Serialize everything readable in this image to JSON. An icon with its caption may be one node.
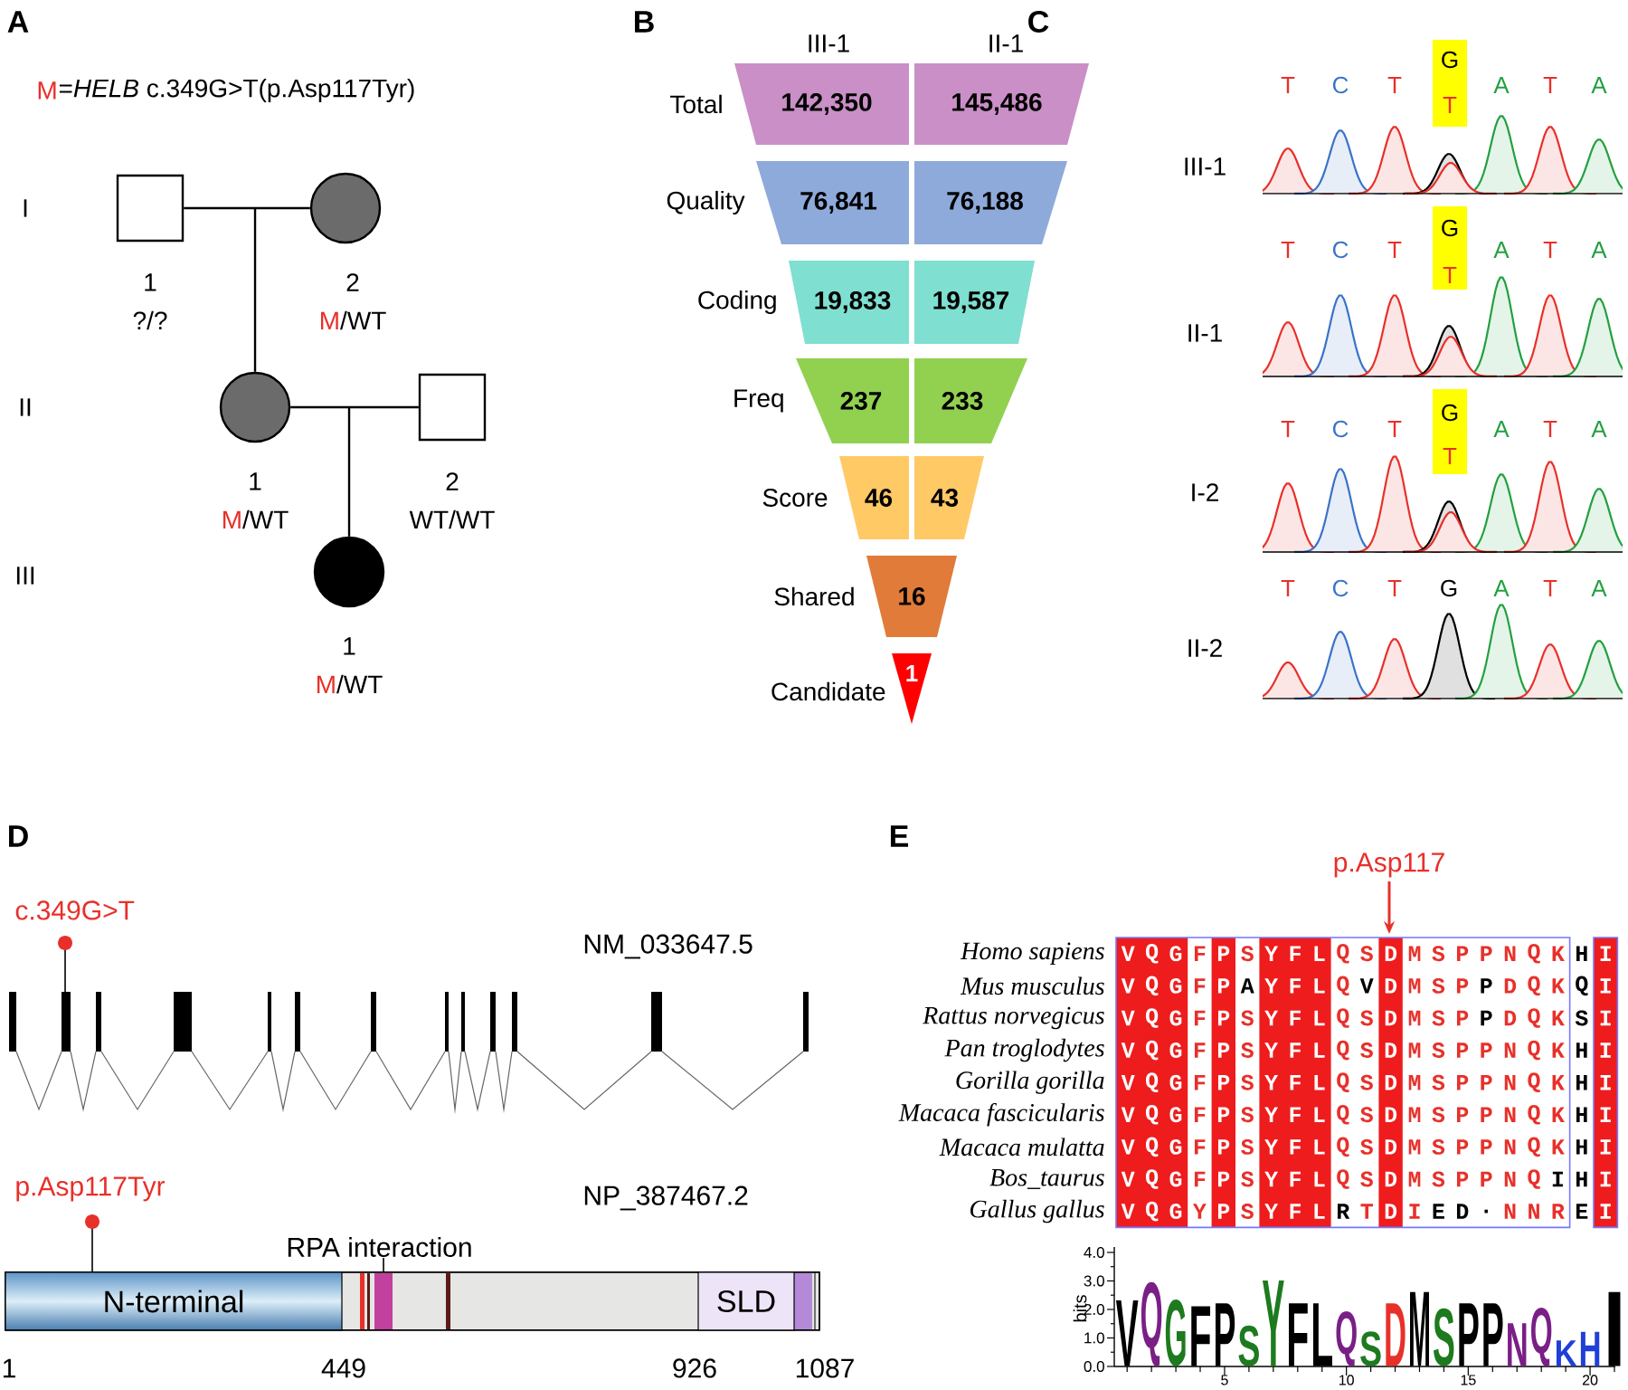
{
  "diagram": {
    "nodes": [
      {
        "text": [],
        "shape": "box",
        "beside": [
          "1",
          "?/?"
        ]
      },
      {
        "text": [],
        "shape": "circle",
        "beside": [
          "2",
          "M",
          "/WT"
        ]
      },
      {
        "text": [],
        "shape": "circle",
        "beside": [
          "1",
          "M",
          "/WT"
        ]
      },
      {
        "text": [],
        "shape": "box",
        "beside": [
          "2",
          "WT/WT"
        ]
      },
      {
        "text": [],
        "shape": "circle",
        "beside": [
          "1",
          "M",
          "/WT"
        ]
      },
      {
        "text": [
          "142,350"
        ],
        "beside": [
          "Total"
        ]
      },
      {
        "text": [
          "145,486"
        ]
      },
      {
        "text": [
          "76,841"
        ],
        "beside": [
          "Quality"
        ]
      },
      {
        "text": [
          "76,188"
        ]
      },
      {
        "text": [
          "19,833"
        ],
        "beside": [
          "Coding"
        ]
      },
      {
        "text": [
          "19,587"
        ]
      },
      {
        "text": [
          "237"
        ],
        "beside": [
          "Freq"
        ]
      },
      {
        "text": [
          "233"
        ]
      },
      {
        "text": [
          "46"
        ],
        "beside": [
          "Score"
        ]
      },
      {
        "text": [
          "43"
        ]
      },
      {
        "text": [
          "16"
        ],
        "beside": [
          "Shared"
        ]
      },
      {
        "text": [
          "1"
        ],
        "beside": [
          "Candidate"
        ]
      },
      {
        "text": [],
        "shape": "bar"
      },
      {
        "text": [
          "N-terminal"
        ],
        "in": 17
      },
      {
        "text": [
          "SLD"
        ],
        "in": 17
      }
    ],
    "edges": [
      {
        "from": 0,
        "to": 1,
        "arrow": "none"
      },
      {
        "from": null,
        "to": 2,
        "arrow": "none"
      },
      {
        "from": 2,
        "to": 3,
        "arrow": "none"
      },
      {
        "from": null,
        "to": 4,
        "arrow": "none"
      }
    ],
    "labels": [
      "A",
      "M",
      "=*HELB* c.349G>T(p.Asp117Tyr)",
      "I",
      "II",
      "III",
      "B",
      "III-1",
      "II-1",
      "C",
      "III-1",
      "T",
      "C",
      "T",
      "G",
      "T",
      "A",
      "T",
      "A",
      "II-1",
      "T",
      "C",
      "T",
      "G",
      "T",
      "A",
      "T",
      "A",
      "I-2",
      "T",
      "C",
      "T",
      "G",
      "T",
      "A",
      "T",
      "A",
      "II-2",
      "T",
      "C",
      "T",
      "G",
      "A",
      "T",
      "A",
      "D",
      "c.349G>T",
      "NM_033647.5",
      "p.Asp117Tyr",
      "NP_387467.2",
      "RPA interaction",
      "1",
      "449",
      "926",
      "1087",
      "E",
      "p.Asp117",
      "Homo sapiens",
      "V",
      "Q",
      "G",
      "F",
      "P",
      "S",
      "Y",
      "F",
      "L",
      "Q",
      "S",
      "D",
      "M",
      "S",
      "P",
      "P",
      "N",
      "Q",
      "K",
      "H",
      "I",
      "Mus musculus",
      "V",
      "Q",
      "G",
      "F",
      "P",
      "A",
      "Y",
      "F",
      "L",
      "Q",
      "V",
      "D",
      "M",
      "S",
      "P",
      "P",
      "D",
      "Q",
      "K",
      "Q",
      "I",
      "Rattus norvegicus",
      "V",
      "Q",
      "G",
      "F",
      "P",
      "S",
      "Y",
      "F",
      "L",
      "Q",
      "S",
      "D",
      "M",
      "S",
      "P",
      "P",
      "D",
      "Q",
      "K",
      "S",
      "I",
      "Pan troglodytes",
      "V",
      "Q",
      "G",
      "F",
      "P",
      "S",
      "Y",
      "F",
      "L",
      "Q",
      "S",
      "D",
      "M",
      "S",
      "P",
      "P",
      "N",
      "Q",
      "K",
      "H",
      "I",
      "Gorilla gorilla",
      "V",
      "Q",
      "G",
      "F",
      "P",
      "S",
      "Y",
      "F",
      "L",
      "Q",
      "S",
      "D",
      "M",
      "S",
      "P",
      "P",
      "N",
      "Q",
      "K",
      "H",
      "I",
      "Macaca fascicularis",
      "V",
      "Q",
      "G",
      "F",
      "P",
      "S",
      "Y",
      "F",
      "L",
      "Q",
      "S",
      "D",
      "M",
      "S",
      "P",
      "P",
      "N",
      "Q",
      "K",
      "H",
      "I",
      "Macaca mulatta",
      "V",
      "Q",
      "G",
      "F",
      "P",
      "S",
      "Y",
      "F",
      "L",
      "Q",
      "S",
      "D",
      "M",
      "S",
      "P",
      "P",
      "N",
      "Q",
      "K",
      "H",
      "I",
      "Bos_taurus",
      "V",
      "Q",
      "G",
      "F",
      "P",
      "S",
      "Y",
      "F",
      "L",
      "Q",
      "S",
      "D",
      "M",
      "S",
      "P",
      "P",
      "N",
      "Q",
      "I",
      "H",
      "I",
      "Gallus gallus",
      "V",
      "Q",
      "G",
      "Y",
      "P",
      "S",
      "Y",
      "F",
      "L",
      "R",
      "T",
      "D",
      "I",
      "E",
      "D",
      ".",
      "N",
      "N",
      "R",
      "E",
      "I",
      "bits",
      "0.0",
      "1.0",
      "2.0",
      "3.0",
      "4.0",
      "5",
      "10",
      "15",
      "20",
      "V",
      "Q",
      "G",
      "F",
      "P",
      "S",
      "Y",
      "F",
      "L",
      "Q",
      "S",
      "D",
      "M",
      "S",
      "P",
      "P",
      "N",
      "Q",
      "K",
      "H",
      "I"
    ]
  }
}
